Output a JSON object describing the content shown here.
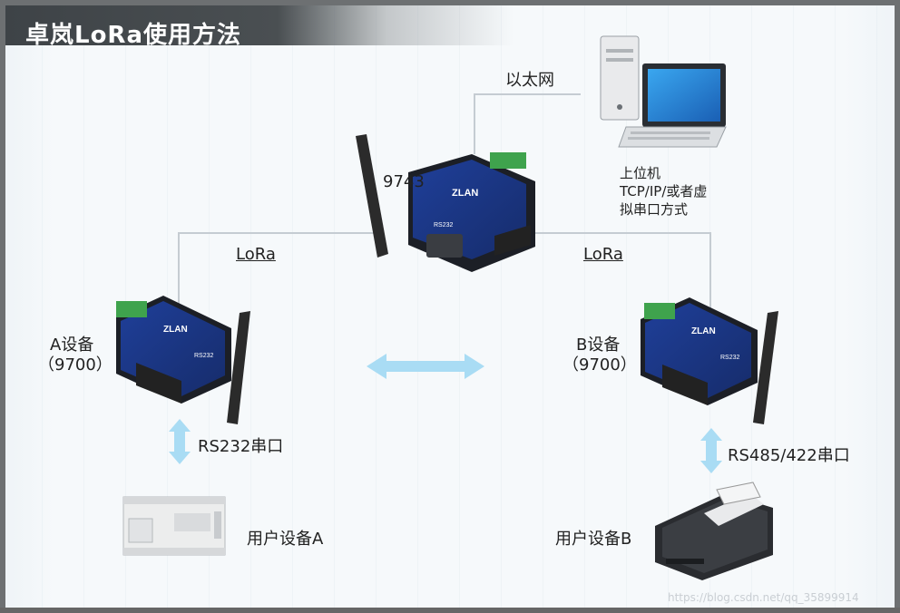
{
  "title": "卓岚LoRa使用方法",
  "labels": {
    "ethernet": "以太网",
    "gateway_model": "9743",
    "host_line1": "上位机",
    "host_line2": "TCP/IP/或者虚",
    "host_line3": "拟串口方式",
    "lora_left": "LoRa",
    "lora_right": "LoRa",
    "device_a_line1": "A设备",
    "device_a_line2": "（9700）",
    "device_b_line1": "B设备",
    "device_b_line2": "（9700）",
    "serial_a": "RS232串口",
    "serial_b": "RS485/422串口",
    "user_a": "用户设备A",
    "user_b": "用户设备B",
    "watermark": "https://blog.csdn.net/qq_35899914"
  },
  "device_text": {
    "brand": "ZLAN",
    "port_label_gateway": "RS232",
    "port_label_a": "RS232",
    "port_label_b": "RS232"
  },
  "colors": {
    "arrow": "#9fd6f2",
    "device_body": "#1e3a8a",
    "terminal_green": "#3fa34d",
    "line": "#c9cfd4"
  },
  "icons": [
    "computer-icon",
    "lora-gateway-icon",
    "lora-device-a-icon",
    "lora-device-b-icon",
    "plc-icon",
    "printer-icon",
    "bidirectional-arrow-icon"
  ]
}
